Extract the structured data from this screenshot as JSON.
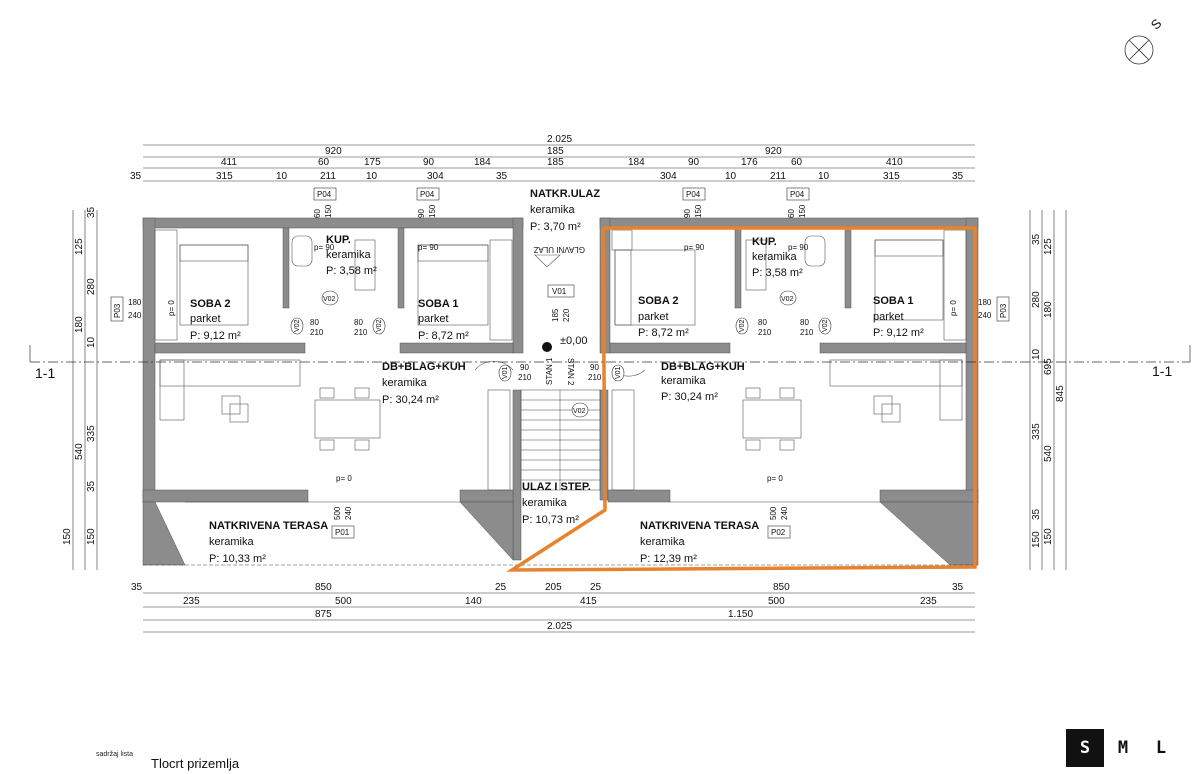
{
  "north": {
    "label": "S"
  },
  "section": {
    "left": "1-1",
    "right": "1-1"
  },
  "dims": {
    "top_total": "2.025",
    "top_halves": [
      "920",
      "185",
      "920"
    ],
    "top_row2": [
      "411",
      "60",
      "175",
      "90",
      "184",
      "185",
      "184",
      "90",
      "176",
      "60",
      "410"
    ],
    "top_row3": [
      "35",
      "315",
      "10",
      "211",
      "10",
      "304",
      "35",
      "304",
      "10",
      "211",
      "10",
      "315",
      "35"
    ],
    "bot_row1": [
      "35",
      "850",
      "25",
      "205",
      "25",
      "850",
      "35"
    ],
    "bot_row2": [
      "235",
      "500",
      "140",
      "415",
      "500",
      "235"
    ],
    "bot_row3": [
      "875",
      "1.150"
    ],
    "bot_total": "2.025",
    "left_dims": [
      "35",
      "125",
      "280",
      "180",
      "10",
      "335",
      "540",
      "35",
      "150",
      "150"
    ],
    "right_dims": [
      "35",
      "125",
      "280",
      "180",
      "10",
      "695",
      "845",
      "335",
      "540",
      "35",
      "150",
      "150"
    ]
  },
  "rooms": {
    "soba2_left": {
      "name": "SOBA 2",
      "floor": "parket",
      "area": "P: 9,12 m²"
    },
    "kup_left": {
      "name": "KUP.",
      "floor": "keramika",
      "area": "P: 3,58 m²"
    },
    "soba1_left": {
      "name": "SOBA 1",
      "floor": "parket",
      "area": "P: 8,72 m²"
    },
    "ulaz": {
      "name": "NATKR.ULAZ",
      "floor": "keramika",
      "area": "P: 3,70 m²"
    },
    "soba2_right": {
      "name": "SOBA 2",
      "floor": "parket",
      "area": "P: 8,72 m²"
    },
    "kup_right": {
      "name": "KUP.",
      "floor": "keramika",
      "area": "P: 3,58 m²"
    },
    "soba1_right": {
      "name": "SOBA 1",
      "floor": "parket",
      "area": "P: 9,12 m²"
    },
    "db_left": {
      "name": "DB+BLAG+KUH",
      "floor": "keramika",
      "area": "P: 30,24 m²"
    },
    "db_right": {
      "name": "DB+BLAG+KUH",
      "floor": "keramika",
      "area": "P: 30,24 m²"
    },
    "ulaz_step": {
      "name": "ULAZ I STEP.",
      "floor": "keramika",
      "area": "P: 10,73 m²"
    },
    "terasa_left": {
      "name": "NATKRIVENA TERASA",
      "floor": "keramika",
      "area": "P: 10,33 m²"
    },
    "terasa_right": {
      "name": "NATKRIVENA TERASA",
      "floor": "keramika",
      "area": "P: 12,39 m²"
    }
  },
  "tags": {
    "p04": "P04",
    "p03": "P03",
    "p01": "P01",
    "p02": "P02",
    "v01": "V01",
    "v02": "V02",
    "stan1": "STAN 1",
    "stan2": "STAN 2",
    "glavni_ulaz": "GLAVNI ULAZ",
    "level": "±0,00",
    "p0": "p= 0",
    "p90": "p= 90",
    "d180": "180",
    "d240": "240",
    "d90": "90",
    "d210": "210",
    "d80": "80",
    "d60": "60",
    "d150": "150",
    "d500": "500",
    "d185": "185",
    "d220": "220"
  },
  "footer": {
    "caption": "sadržaj lista",
    "title": "Tlocrt prizemlja"
  },
  "size_switcher": {
    "s": "S",
    "m": "M",
    "l": "L",
    "selected": "S"
  },
  "colors": {
    "wall": "#8c8c8c",
    "highlight": "#e8822e",
    "line": "#222222"
  }
}
